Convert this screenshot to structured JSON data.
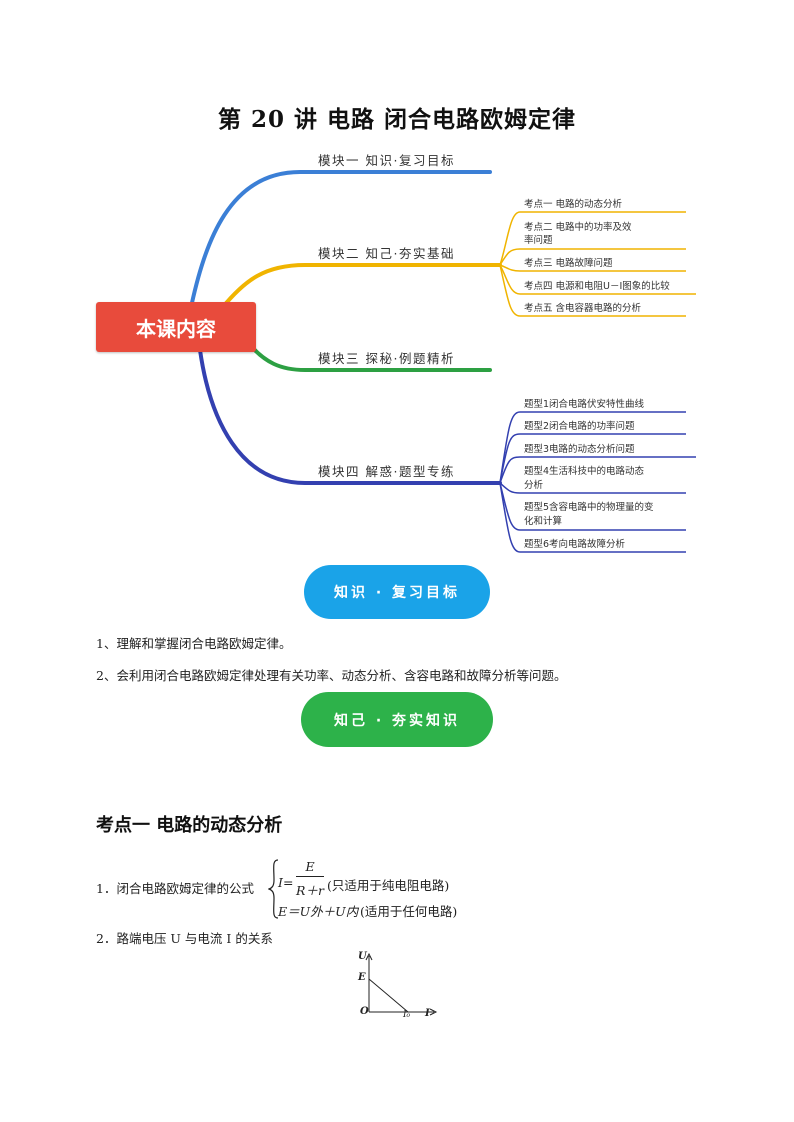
{
  "title": "第 20 讲    电路  闭合电路欧姆定律",
  "mindmap": {
    "center": "本课内容",
    "branches": [
      {
        "label": "模块一  知识·复习目标",
        "color": "#3b7fd6"
      },
      {
        "label": "模块二  知己·夯实基础",
        "color": "#f0b400",
        "items": [
          "考点一    电路的动态分析",
          "考点二    电路中的功率及效",
          "率问题",
          "考点三    电路故障问题",
          "考点四    电源和电阻U－I图象的比较",
          "考点五    含电容器电路的分析"
        ]
      },
      {
        "label": "模块三  探秘·例题精析",
        "color": "#2da043"
      },
      {
        "label": "模块四  解惑·题型专练",
        "color": "#3340b0",
        "items": [
          "题型1闭合电路伏安特性曲线",
          "题型2闭合电路的功率问题",
          "题型3电路的动态分析问题",
          "题型4生活科技中的电路动态",
          "分析",
          "题型5含容电路中的物理量的变",
          "化和计算",
          "题型6考向电路故障分析"
        ]
      }
    ]
  },
  "pills": {
    "goal": {
      "label": "知识 · 复习目标",
      "color": "#1aa3e8"
    },
    "base": {
      "label": "知己 · 夯实知识",
      "color": "#2db24a"
    }
  },
  "goals": [
    "1、理解和掌握闭合电路欧姆定律。",
    "2、会利用闭合电路欧姆定律处理有关功率、动态分析、含容电路和故障分析等问题。"
  ],
  "section": {
    "heading": "考点一    电路的动态分析",
    "item1": {
      "prefix": "1．闭合电路欧姆定律的公式",
      "eq1_lhs": "I=",
      "eq1_num": "E",
      "eq1_den": "R＋r",
      "eq1_note": "(只适用于纯电阻电路)",
      "eq2": "E＝U外＋U内",
      "eq2_note": "(适用于任何电路)"
    },
    "item2": "2．路端电压 U 与电流 I 的关系",
    "graph": {
      "u_label": "U",
      "e_label": "E",
      "o_label": "O",
      "i0_label": "I₀",
      "i_label": "I"
    }
  }
}
